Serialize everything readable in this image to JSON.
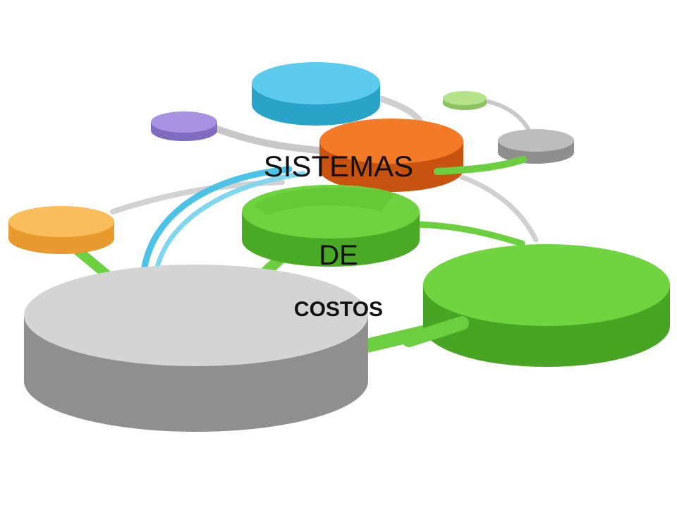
{
  "slide": {
    "line1": "SISTEMAS",
    "line2": "DE",
    "line3": "COSTOS"
  },
  "colors": {
    "background": "#ffffff",
    "text": "#111111",
    "blue": "#4cc3e6",
    "purple": "#9b86d8",
    "light_green": "#a9d87a",
    "gray": "#a8a8a8",
    "orange": "#f07322",
    "yellow_orange": "#f7b24c",
    "green": "#5dc634",
    "large_gray": "#cfcfcf"
  },
  "diagram": {
    "nodes": [
      {
        "name": "blue-node",
        "color": "blue"
      },
      {
        "name": "purple-node",
        "color": "purple"
      },
      {
        "name": "light-green-node",
        "color": "light_green"
      },
      {
        "name": "small-gray-node",
        "color": "gray"
      },
      {
        "name": "orange-node",
        "color": "orange"
      },
      {
        "name": "yellow-orange-node",
        "color": "yellow_orange"
      },
      {
        "name": "center-green-node",
        "color": "green"
      },
      {
        "name": "large-green-node",
        "color": "green"
      },
      {
        "name": "large-gray-node",
        "color": "large_gray"
      }
    ]
  }
}
